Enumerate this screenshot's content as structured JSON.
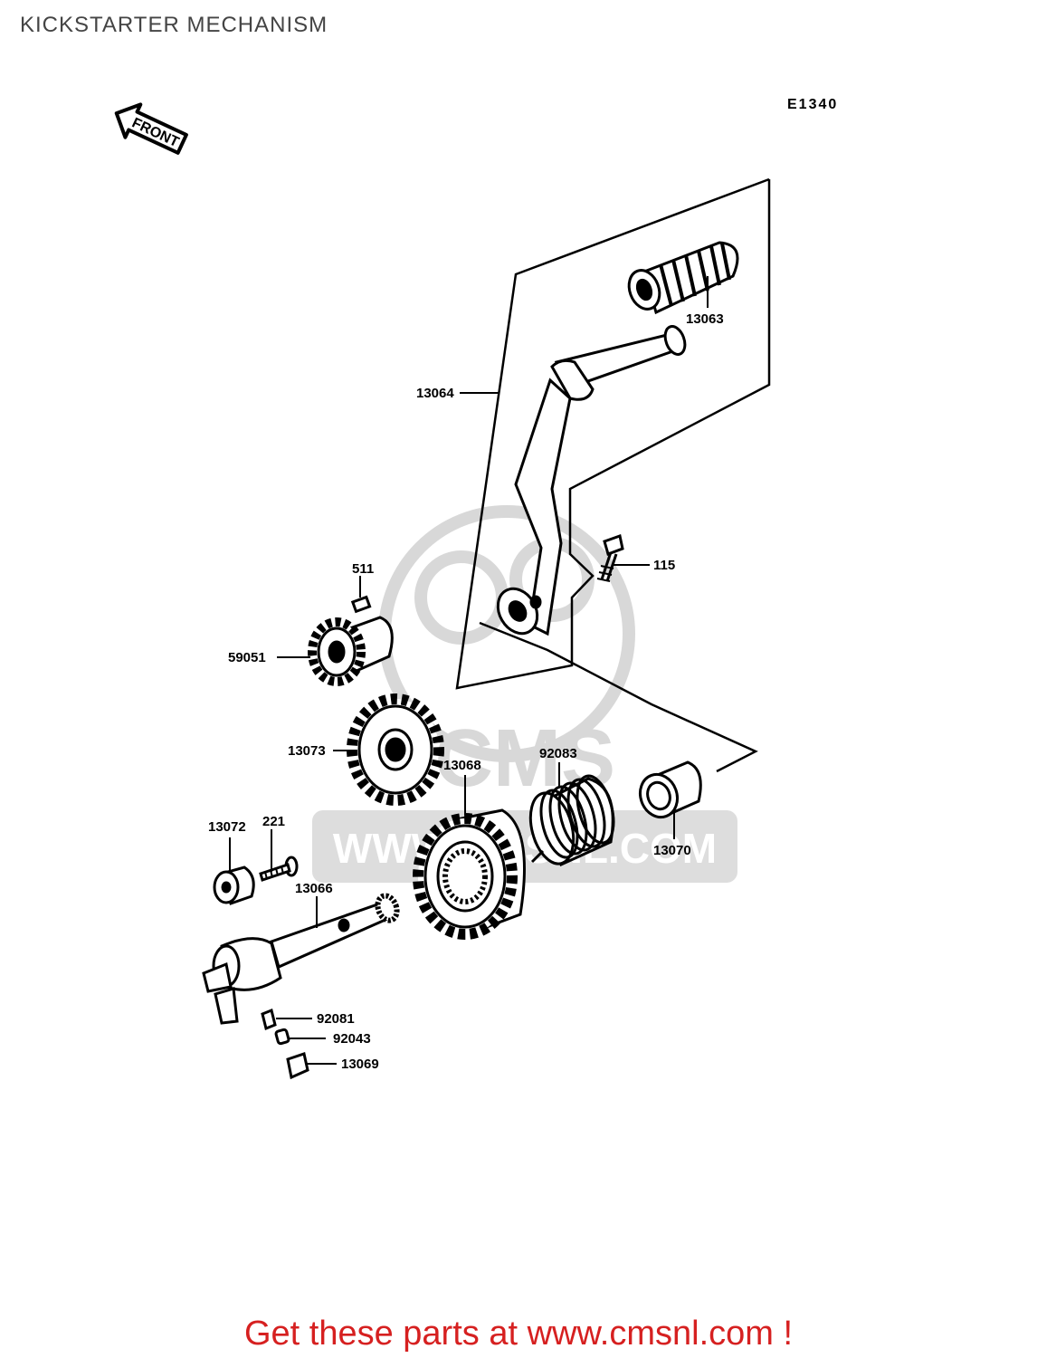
{
  "page": {
    "title": "KICKSTARTER MECHANISM"
  },
  "diagram": {
    "code": "E1340",
    "front_label": "FRONT",
    "watermark_text": "CMS",
    "watermark_url": "WWW.CMSNL.COM",
    "parts": {
      "p13063": "13063",
      "p13064": "13064",
      "p115": "115",
      "p511": "511",
      "p59051": "59051",
      "p13073": "13073",
      "p92083": "92083",
      "p13068": "13068",
      "p13070": "13070",
      "p13072": "13072",
      "p221": "221",
      "p13066": "13066",
      "p92081": "92081",
      "p92043": "92043",
      "p13069": "13069"
    }
  },
  "footer": {
    "cta": "Get these parts at www.cmsnl.com !"
  },
  "colors": {
    "footer_text": "#d62020",
    "title_text": "#444444",
    "watermark": "#d8d8d8"
  }
}
